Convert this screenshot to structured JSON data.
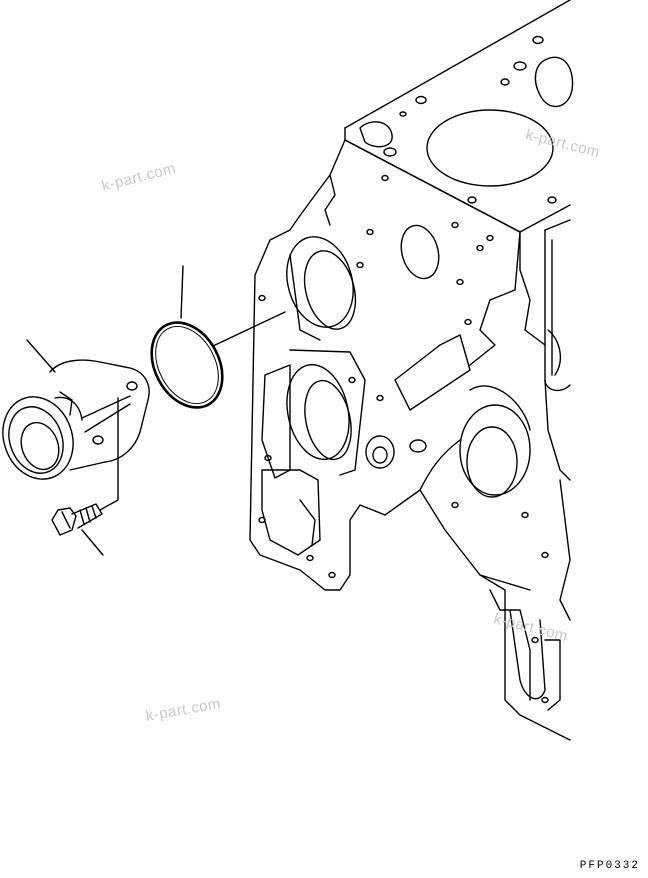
{
  "watermarks": [
    "k-part.com",
    "k-part.com",
    "k-part.com",
    "k-part.com"
  ],
  "drawing_code": "PFP0332",
  "parts": [
    {
      "name": "engine-front-block"
    },
    {
      "name": "water-inlet-connector"
    },
    {
      "name": "o-ring"
    },
    {
      "name": "bolt"
    }
  ]
}
